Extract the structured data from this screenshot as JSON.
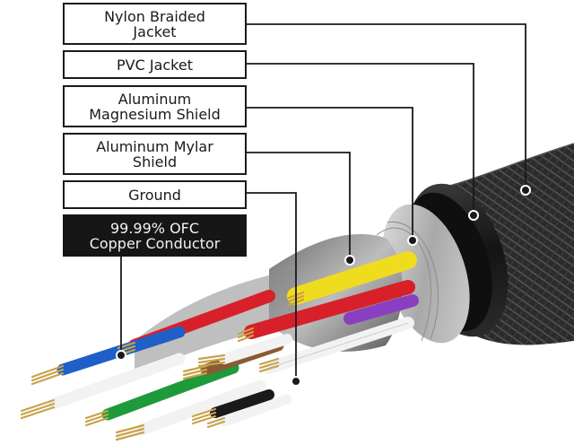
{
  "labels": {
    "nylon": [
      "Nylon Braided",
      "Jacket"
    ],
    "pvc": [
      "PVC Jacket"
    ],
    "alu_mag": [
      "Aluminum",
      "Magnesium Shield"
    ],
    "alu_mylar": [
      "Aluminum Mylar",
      "Shield"
    ],
    "ground": [
      "Ground"
    ],
    "copper": [
      "99.99% OFC",
      "Copper Conductor"
    ]
  },
  "colors": {
    "line": "#1a1a1a",
    "label_border": "#1a1a1a",
    "copper_box": "#161616",
    "braid": "#2b2b2b",
    "pvc": "#1c1c1c",
    "shield": "#b9b9b9",
    "wire_yellow": "#f0dc1e",
    "wire_red": "#d8202a",
    "wire_purple": "#8a3fc0",
    "wire_white": "#f2f2f2",
    "wire_blue": "#1f5fc8",
    "wire_green": "#1e9a3a",
    "wire_brown": "#8a5a32",
    "copper_strands": "#c9a24a"
  }
}
